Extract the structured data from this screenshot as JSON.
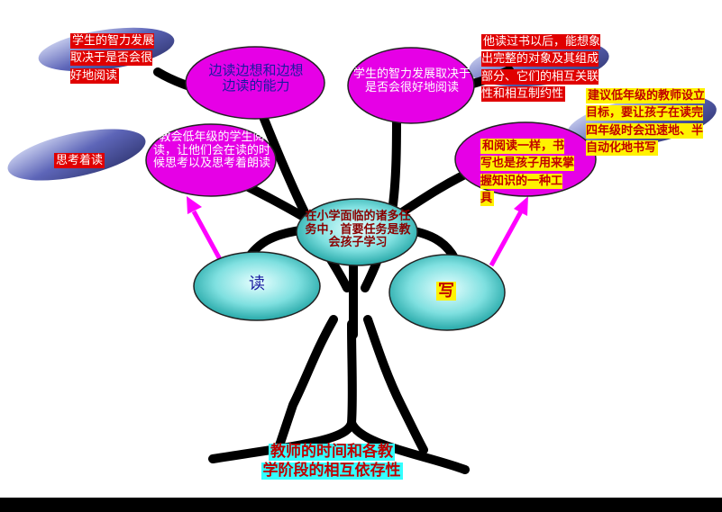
{
  "colors": {
    "bubble": "#e600e6",
    "teal": "#2bbcbc",
    "trunk": "#000000",
    "arrow": "#ff00ff",
    "note_red": "#e00000",
    "note_yellow": "#fff200",
    "title_bg": "#33ffff"
  },
  "center": {
    "text": "在小学面临的诸多任务中，首要任务是教会孩子学习"
  },
  "read_node": {
    "label": "读"
  },
  "write_node": {
    "label": "写"
  },
  "bubbles": {
    "left_top": "边读边想和边想边读的能力",
    "left_mid": "教会低年级的学生阅读，让他们会在读的时候思考以及思考着朗读",
    "right_top": "学生的智力发展取决于是否会很好地阅读",
    "right_mid": "和阅读一样，书写也是孩子用来掌握知识的一种工具"
  },
  "notes": {
    "top_left": "学生的智力发展取决于是否会很好地阅读",
    "left": "思考着读",
    "top_right": "他读过书以后，能想象出完整的对象及其组成部分、它们的相互关联性和相互制约性",
    "right": "建议低年级的教师设立目标，要让孩子在读完四年级时会迅速地、半自动化地书写"
  },
  "bottom_title": [
    "教师的时间和各教",
    "学阶段的相互依存性"
  ]
}
